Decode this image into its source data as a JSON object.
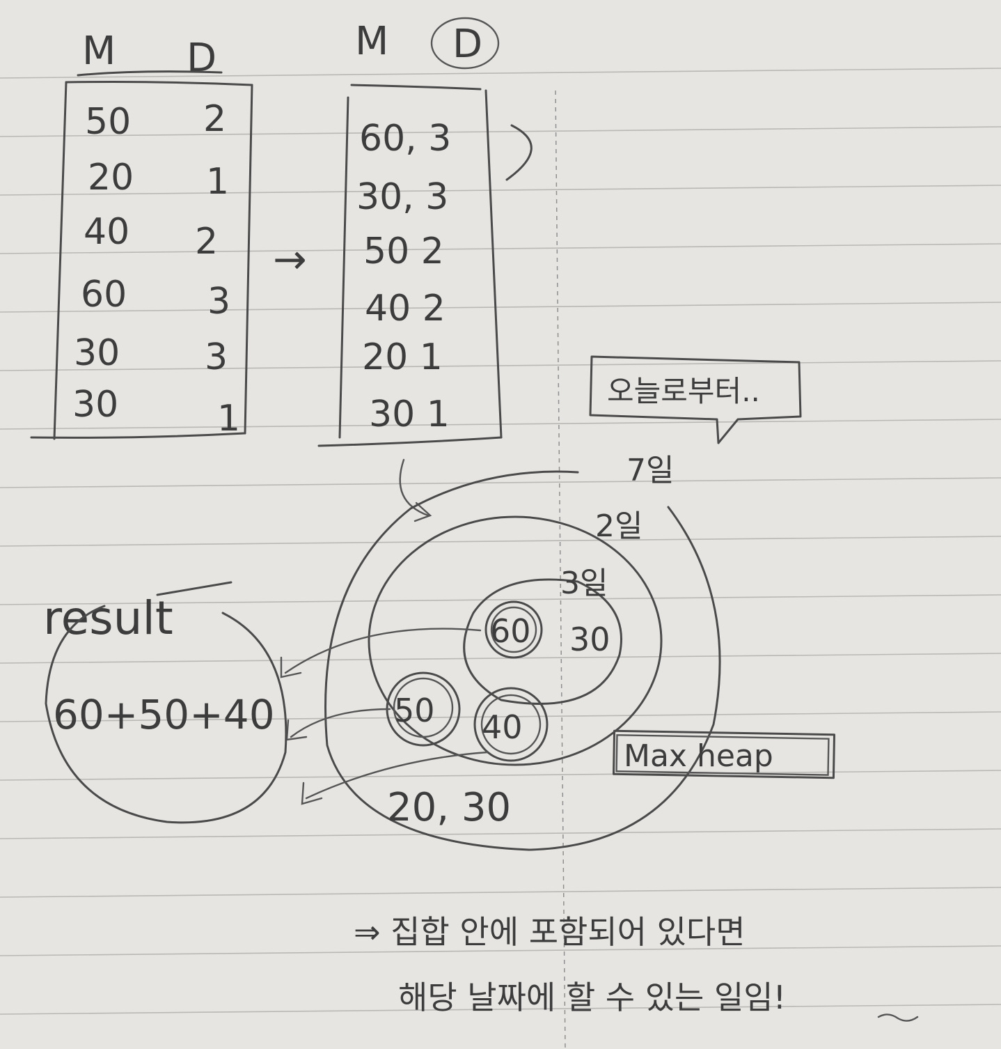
{
  "left_table": {
    "header": {
      "m": "M",
      "d": "D"
    },
    "rows": [
      {
        "m": "50",
        "d": "2"
      },
      {
        "m": "20",
        "d": "1"
      },
      {
        "m": "40",
        "d": "2"
      },
      {
        "m": "60",
        "d": "3"
      },
      {
        "m": "30",
        "d": "3"
      },
      {
        "m": "30",
        "d": "1"
      }
    ]
  },
  "arrow_symbol": "→",
  "right_table": {
    "header": {
      "m": "M",
      "d": "D"
    },
    "rows": [
      {
        "text": "60, 3"
      },
      {
        "text": "30, 3"
      },
      {
        "text": "50  2"
      },
      {
        "text": "40  2"
      },
      {
        "text": "20  1"
      },
      {
        "text": "30  1"
      }
    ]
  },
  "speech_bubble": "오늘로부터..",
  "heap": {
    "ring_labels": {
      "outer": "7일",
      "middle": "2일",
      "inner": "3일"
    },
    "inner_values": {
      "circled": "60",
      "plain": "30"
    },
    "middle_values": {
      "first": "50",
      "second": "40"
    },
    "outer_values": "20, 30",
    "box_label": "Max heap"
  },
  "result": {
    "label": "result",
    "expression": "60+50+40"
  },
  "note": {
    "line1": "⇒ 집합 안에 포함되어 있다면",
    "line2": "해당 날짜에 할 수 있는 일임!"
  }
}
